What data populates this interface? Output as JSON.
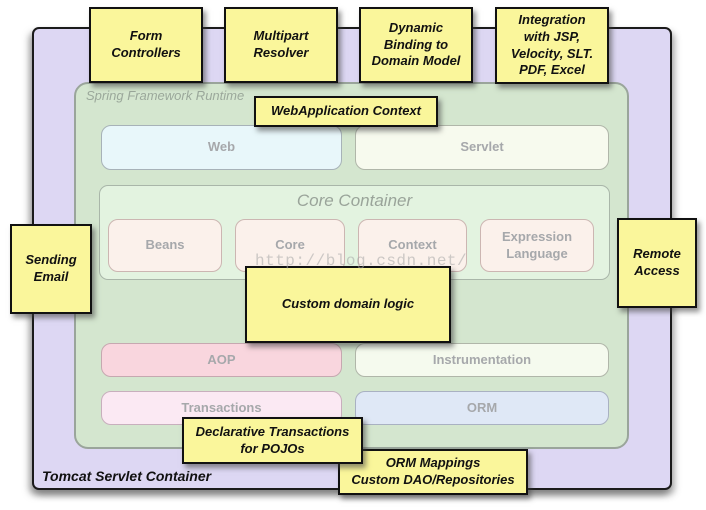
{
  "watermark": "http://blog.csdn.net/",
  "container": {
    "label": "Tomcat Servlet Container",
    "runtime_label": "Spring Framework Runtime"
  },
  "boxes": {
    "web": "Web",
    "servlet": "Servlet",
    "core_container": "Core Container",
    "beans": "Beans",
    "core": "Core",
    "context": "Context",
    "expression_language": "Expression\nLanguage",
    "aop": "AOP",
    "instrumentation": "Instrumentation",
    "transactions": "Transactions",
    "orm": "ORM"
  },
  "notes": {
    "form_controllers": "Form\nControllers",
    "multipart_resolver": "Multipart\nResolver",
    "dynamic_binding": "Dynamic\nBinding to\nDomain Model",
    "integration": "Integration\nwith JSP,\nVelocity, SLT.\nPDF, Excel",
    "webapplication_context": "WebApplication Context",
    "sending_email": "Sending\nEmail",
    "remote_access": "Remote\nAccess",
    "custom_domain_logic": "Custom domain logic",
    "declarative_transactions": "Declarative Transactions\nfor POJOs",
    "orm_mappings": "ORM Mappings\nCustom DAO/Repositories"
  },
  "colors": {
    "note_yellow": "#faf69b",
    "outer_lavender": "#ddd7f3",
    "runtime_green": "#d4e6cf",
    "core_container_green": "#e3f3e0",
    "web_cyan": "#e8f7fa",
    "servlet_ivory": "#f7faee",
    "module_pink_light": "#fbf1eb",
    "aop_pink": "#f9d6de",
    "transactions_pink": "#fbe9f3",
    "orm_blue": "#dfe8f6",
    "label_gray": "#a6a8ab"
  }
}
